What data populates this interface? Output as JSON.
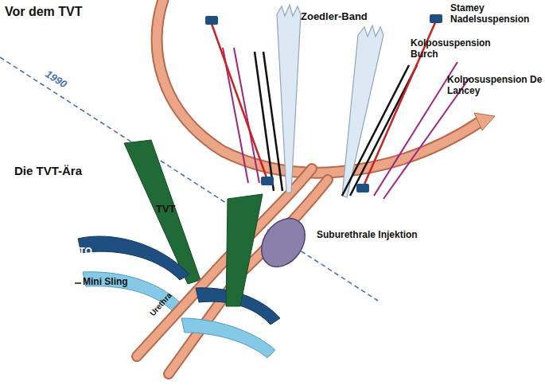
{
  "diagram": {
    "labels": [
      "Vor dem TVT",
      "Die TVT-Ära",
      "1990",
      "Zoedler-Band",
      "Stamey Nadelsuspension",
      "Kolposuspension Burch",
      "Kolposuspension De Lancey",
      "TVT",
      "TVTO",
      "Mini Sling",
      "Urethra",
      "Suburethrale Injektion"
    ]
  }
}
